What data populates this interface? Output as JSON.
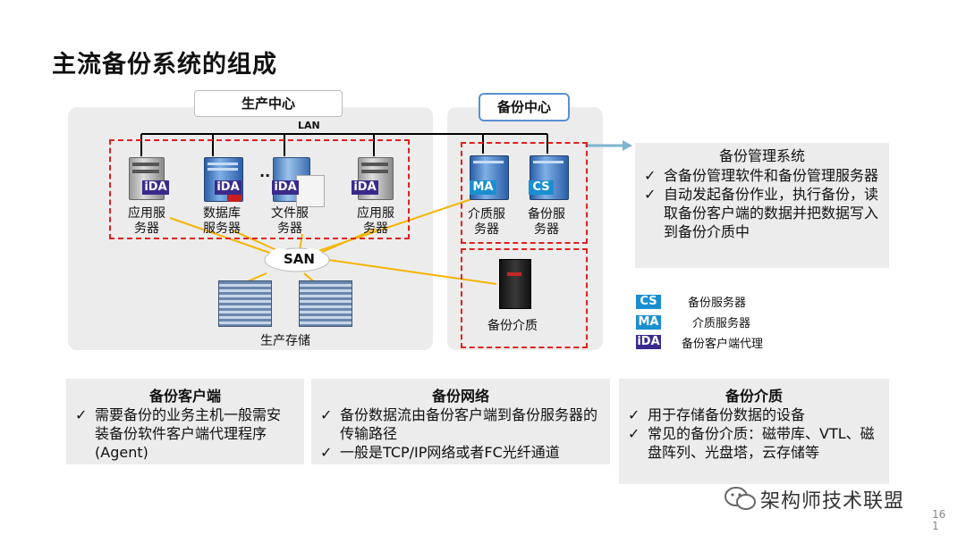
{
  "title": "主流备份系统的组成",
  "production": {
    "header": "生产中心",
    "lan_label": "LAN",
    "ellipsis": "..",
    "servers": [
      {
        "label": "应用服务器",
        "badge": "iDA"
      },
      {
        "label": "数据库服务器",
        "badge": "iDA"
      },
      {
        "label": "文件服务器",
        "badge": "iDA"
      },
      {
        "label": "应用服务器",
        "badge": "iDA"
      }
    ],
    "san_label": "SAN",
    "storage_label": "生产存储"
  },
  "backup_center": {
    "header": "备份中心",
    "servers": [
      {
        "label": "介质服务器",
        "badge": "MA"
      },
      {
        "label": "备份服务器",
        "badge": "CS"
      }
    ],
    "media_label": "备份介质"
  },
  "management": {
    "title": "备份管理系统",
    "items": [
      "含备份管理软件和备份管理服务器",
      "自动发起备份作业，执行备份，读取备份客户端的数据并把数据写入到备份介质中"
    ]
  },
  "legend": [
    {
      "badge": "CS",
      "text": "备份服务器"
    },
    {
      "badge": "MA",
      "text": "介质服务器"
    },
    {
      "badge": "iDA",
      "text": "备份客户端代理"
    }
  ],
  "bottom": [
    {
      "title": "备份客户端",
      "items": [
        "需要备份的业务主机一般需安装备份软件客户端代理程序(Agent)"
      ]
    },
    {
      "title": "备份网络",
      "items": [
        "备份数据流由备份客户端到备份服务器的传输路径",
        "一般是TCP/IP网络或者FC光纤通道"
      ]
    },
    {
      "title": "备份介质",
      "items": [
        "用于存储备份数据的设备",
        "常见的备份介质：磁带库、VTL、磁盘阵列、光盘塔，云存储等"
      ]
    }
  ],
  "watermark": "架构师技术联盟",
  "page_number": "16\n1",
  "colors": {
    "ida": "#3a2a8c",
    "cs_ma": "#1a8fd0",
    "sanline": "#f5b400",
    "dash": "#e02020",
    "panel": "#ececec"
  }
}
